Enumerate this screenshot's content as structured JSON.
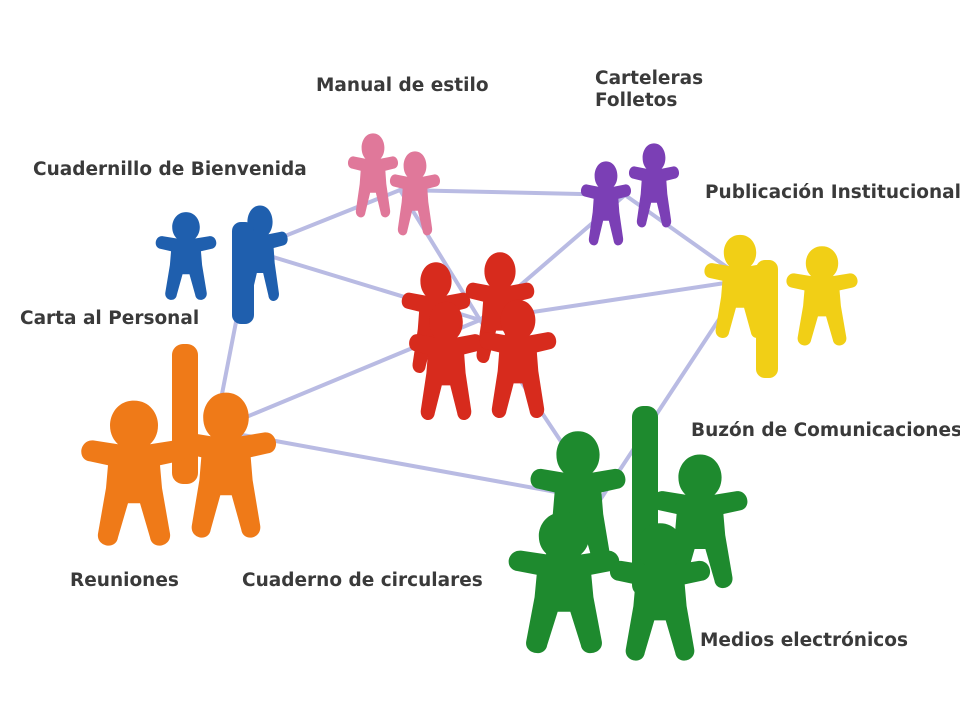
{
  "colors": {
    "line": "#b9bbe3",
    "pink": "#e0789a",
    "blue": "#1f5fae",
    "purple": "#7b3fb5",
    "yellow": "#f1cf16",
    "red": "#d72b1d",
    "orange": "#ef7a18",
    "green": "#1e8a2e",
    "label": "#3a3a3a"
  },
  "labels": {
    "manual": "Manual de estilo",
    "carteleras": "Carteleras",
    "folletos": "Folletos",
    "bienvenida": "Cuadernillo de Bienvenida",
    "publicacion": "Publicación Institucional",
    "carta": "Carta al Personal",
    "buzon": "Buzón de Comunicaciones",
    "reuniones": "Reuniones",
    "circulares": "Cuaderno de circulares",
    "electronicos": "Medios electrónicos"
  },
  "figure_groups": [
    {
      "id": "pink",
      "color_key": "pink",
      "icon": "person-figures-icon"
    },
    {
      "id": "purple",
      "color_key": "purple",
      "icon": "person-figures-icon"
    },
    {
      "id": "blue",
      "color_key": "blue",
      "icon": "person-figures-icon"
    },
    {
      "id": "yellow",
      "color_key": "yellow",
      "icon": "person-figures-icon"
    },
    {
      "id": "red",
      "color_key": "red",
      "icon": "person-figures-icon"
    },
    {
      "id": "orange",
      "color_key": "orange",
      "icon": "person-figures-icon"
    },
    {
      "id": "green",
      "color_key": "green",
      "icon": "person-figures-icon"
    }
  ],
  "connections": [
    [
      "blue",
      "pink"
    ],
    [
      "pink",
      "purple"
    ],
    [
      "purple",
      "yellow"
    ],
    [
      "blue",
      "red"
    ],
    [
      "pink",
      "red"
    ],
    [
      "purple",
      "red"
    ],
    [
      "yellow",
      "red"
    ],
    [
      "blue",
      "orange"
    ],
    [
      "orange",
      "red"
    ],
    [
      "orange",
      "green"
    ],
    [
      "red",
      "green"
    ],
    [
      "yellow",
      "green"
    ]
  ]
}
